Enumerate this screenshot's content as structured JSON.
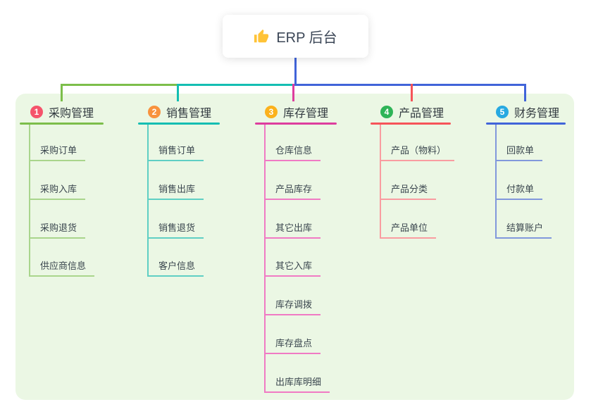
{
  "root": {
    "label": "ERP 后台",
    "icon": "thumbs-up"
  },
  "colors": {
    "panel_bg": "#EBF7E4",
    "stem": "#4164D9",
    "root_text": "#3b4656",
    "title_text": "#31393f",
    "child_text": "#3a464e",
    "icon_fill": "#FFC337"
  },
  "branches": [
    {
      "index": "1",
      "title": "采购管理",
      "badge_color": "#F5536B",
      "line_color": "#7CBE4A",
      "light_color": "#A9D58C",
      "children": [
        "采购订单",
        "采购入库",
        "采购退货",
        "供应商信息"
      ]
    },
    {
      "index": "2",
      "title": "销售管理",
      "badge_color": "#F8923D",
      "line_color": "#14BEB2",
      "light_color": "#5FCFC4",
      "children": [
        "销售订单",
        "销售出库",
        "销售退货",
        "客户信息"
      ]
    },
    {
      "index": "3",
      "title": "库存管理",
      "badge_color": "#FBB11C",
      "line_color": "#DD3D9E",
      "light_color": "#F07AC4",
      "children": [
        "仓库信息",
        "产品库存",
        "其它出库",
        "其它入库",
        "库存调拨",
        "库存盘点",
        "出库库明细"
      ]
    },
    {
      "index": "4",
      "title": "产品管理",
      "badge_color": "#2EB457",
      "line_color": "#F65459",
      "light_color": "#F99CA0",
      "children": [
        "产品（物料）",
        "产品分类",
        "产品单位"
      ]
    },
    {
      "index": "5",
      "title": "财务管理",
      "badge_color": "#27A9E1",
      "line_color": "#4164D9",
      "light_color": "#8198DC",
      "children": [
        "回款单",
        "付款单",
        "结算账户"
      ]
    }
  ]
}
